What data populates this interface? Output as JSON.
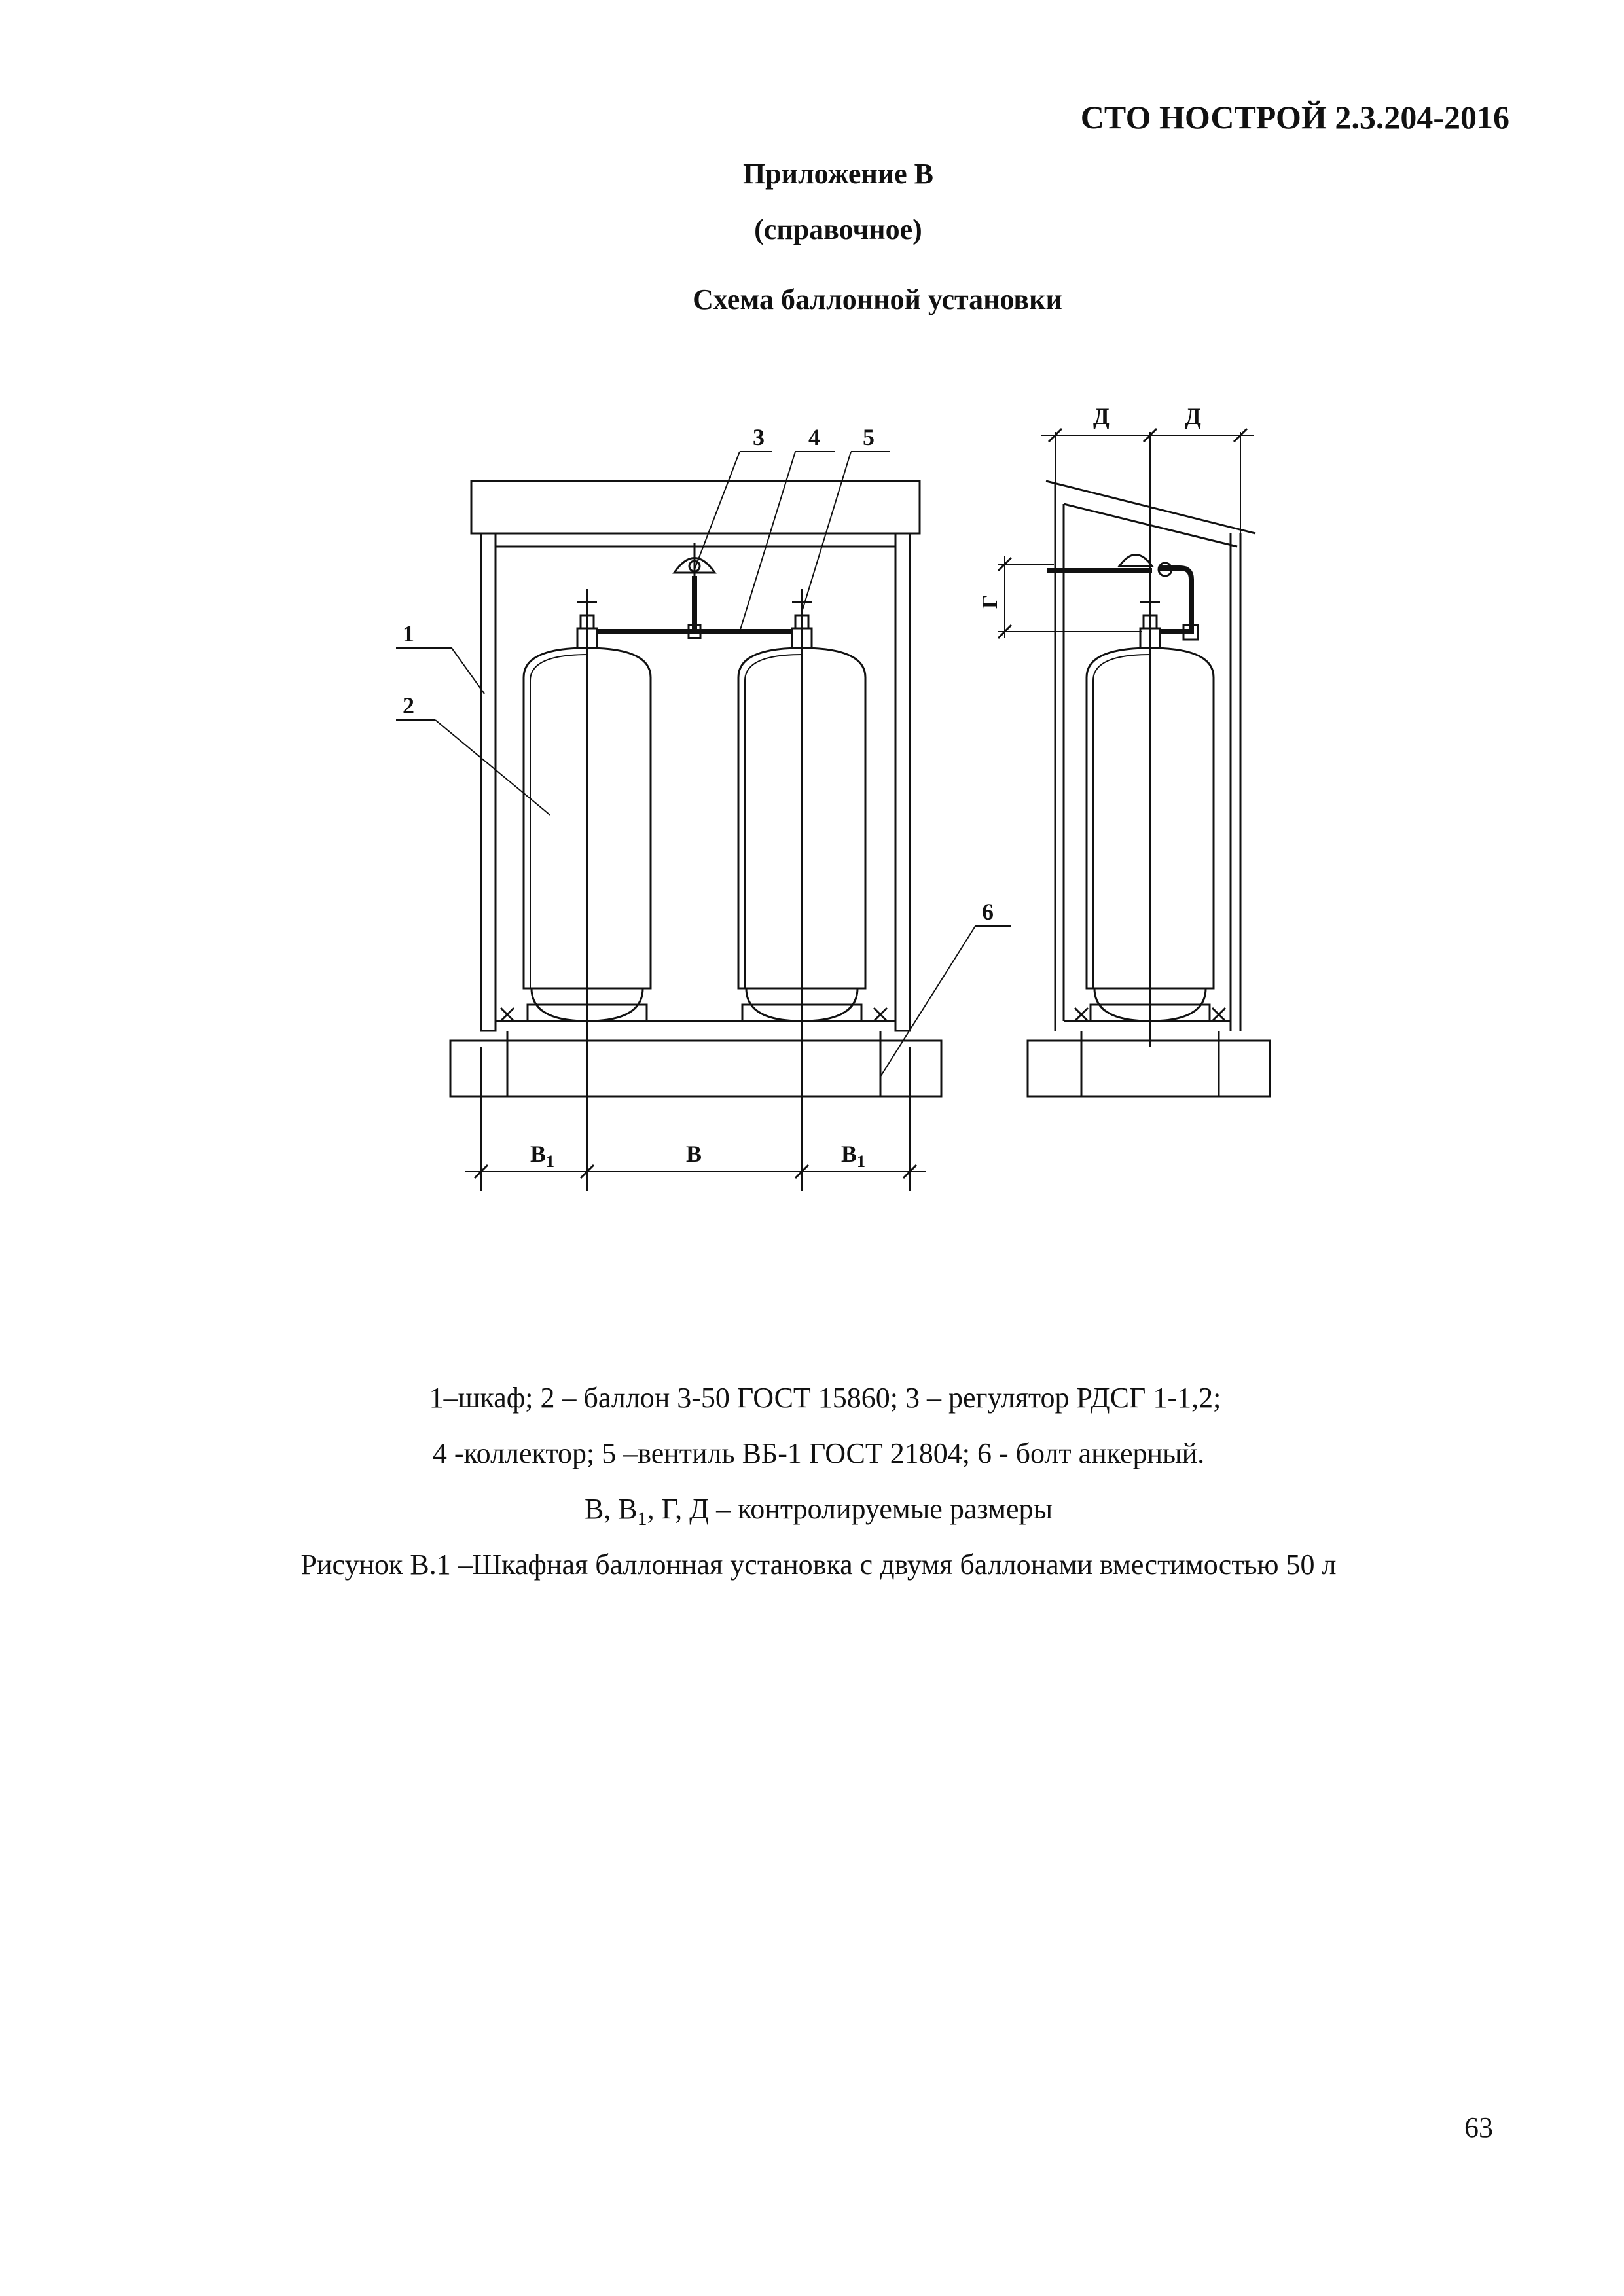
{
  "header": {
    "doc_code": "СТО НОСТРОЙ 2.3.204-2016",
    "appendix": "Приложение В",
    "appendix_type": "(справочное)",
    "title": "Схема баллонной установки"
  },
  "figure": {
    "callouts": [
      "1",
      "2",
      "3",
      "4",
      "5",
      "6"
    ],
    "dimensions": {
      "b1_left": "В",
      "b1_left_sub": "1",
      "b": "В",
      "b1_right": "В",
      "b1_right_sub": "1",
      "g": "Г",
      "d_left": "Д",
      "d_right": "Д"
    }
  },
  "legend": {
    "line1": "1–шкаф; 2 – баллон 3-50 ГОСТ 15860; 3 – регулятор РДСГ 1-1,2;",
    "line2": "4 -коллектор; 5 –вентиль ВБ-1 ГОСТ 21804; 6 - болт анкерный.",
    "line3_prefix": "В, В",
    "line3_sub": "1",
    "line3_suffix": ", Г, Д – контролируемые размеры",
    "caption": "Рисунок В.1 –Шкафная баллонная установка с двумя баллонами вместимостью 50 л"
  },
  "footer": {
    "page_number": "63"
  }
}
